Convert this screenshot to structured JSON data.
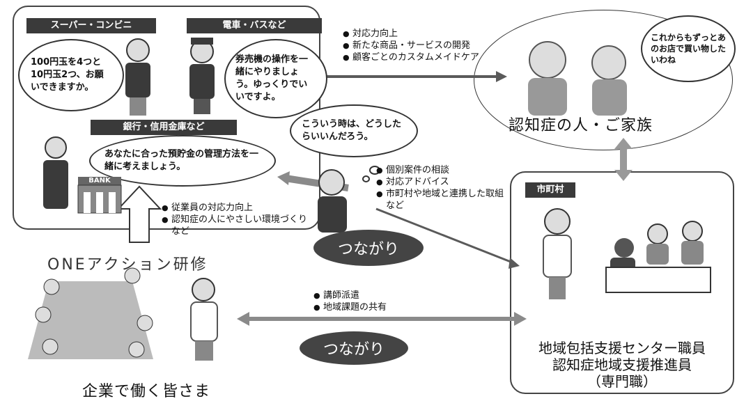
{
  "store_labels": {
    "supermarket": "スーパー・コンビニ",
    "train_bus": "電車・バスなど",
    "bank": "銀行・信用金庫など"
  },
  "bubbles": {
    "coins": "100円玉を4つと10円玉2つ、お願いできますか。",
    "ticket": "券売機の操作を一緒にやりましょう。ゆっくりでいいですよ。",
    "bank_advice": "あなたに合った預貯金の管理方法を一緒に考えましょう。",
    "worried": "こういう時は、どうしたらいいんだろう。",
    "elderly": "これからもずっとあのお店で買い物したいわね"
  },
  "bank_sign": "BANK",
  "top_bullets": [
    "対応力向上",
    "新たな商品・サービスの開発",
    "顧客ごとのカスタムメイドケア"
  ],
  "consult_bullets": [
    "個別案件の相談",
    "対応アドバイス",
    "市町村や地域と連携した取組　など"
  ],
  "training_bullets": [
    "従業員の対応力向上",
    "認知症の人にやさしい環境づくり　など"
  ],
  "lecturer_bullets": [
    "講師派遣",
    "地域課題の共有"
  ],
  "titles": {
    "family": "認知症の人・ご家族",
    "one_action": "ONEアクション研修",
    "company": "企業で働く皆さま",
    "municipality": "市町村",
    "center_line1": "地域包括支援センター職員",
    "center_line2": "認知症地域支援推進員",
    "center_line3": "（専門職）"
  },
  "connection_label": "つながり",
  "colors": {
    "dark": "#3a3a3a",
    "arrow": "#5a5a5a",
    "figure": "#888888",
    "light_figure": "#cfcfcf"
  }
}
